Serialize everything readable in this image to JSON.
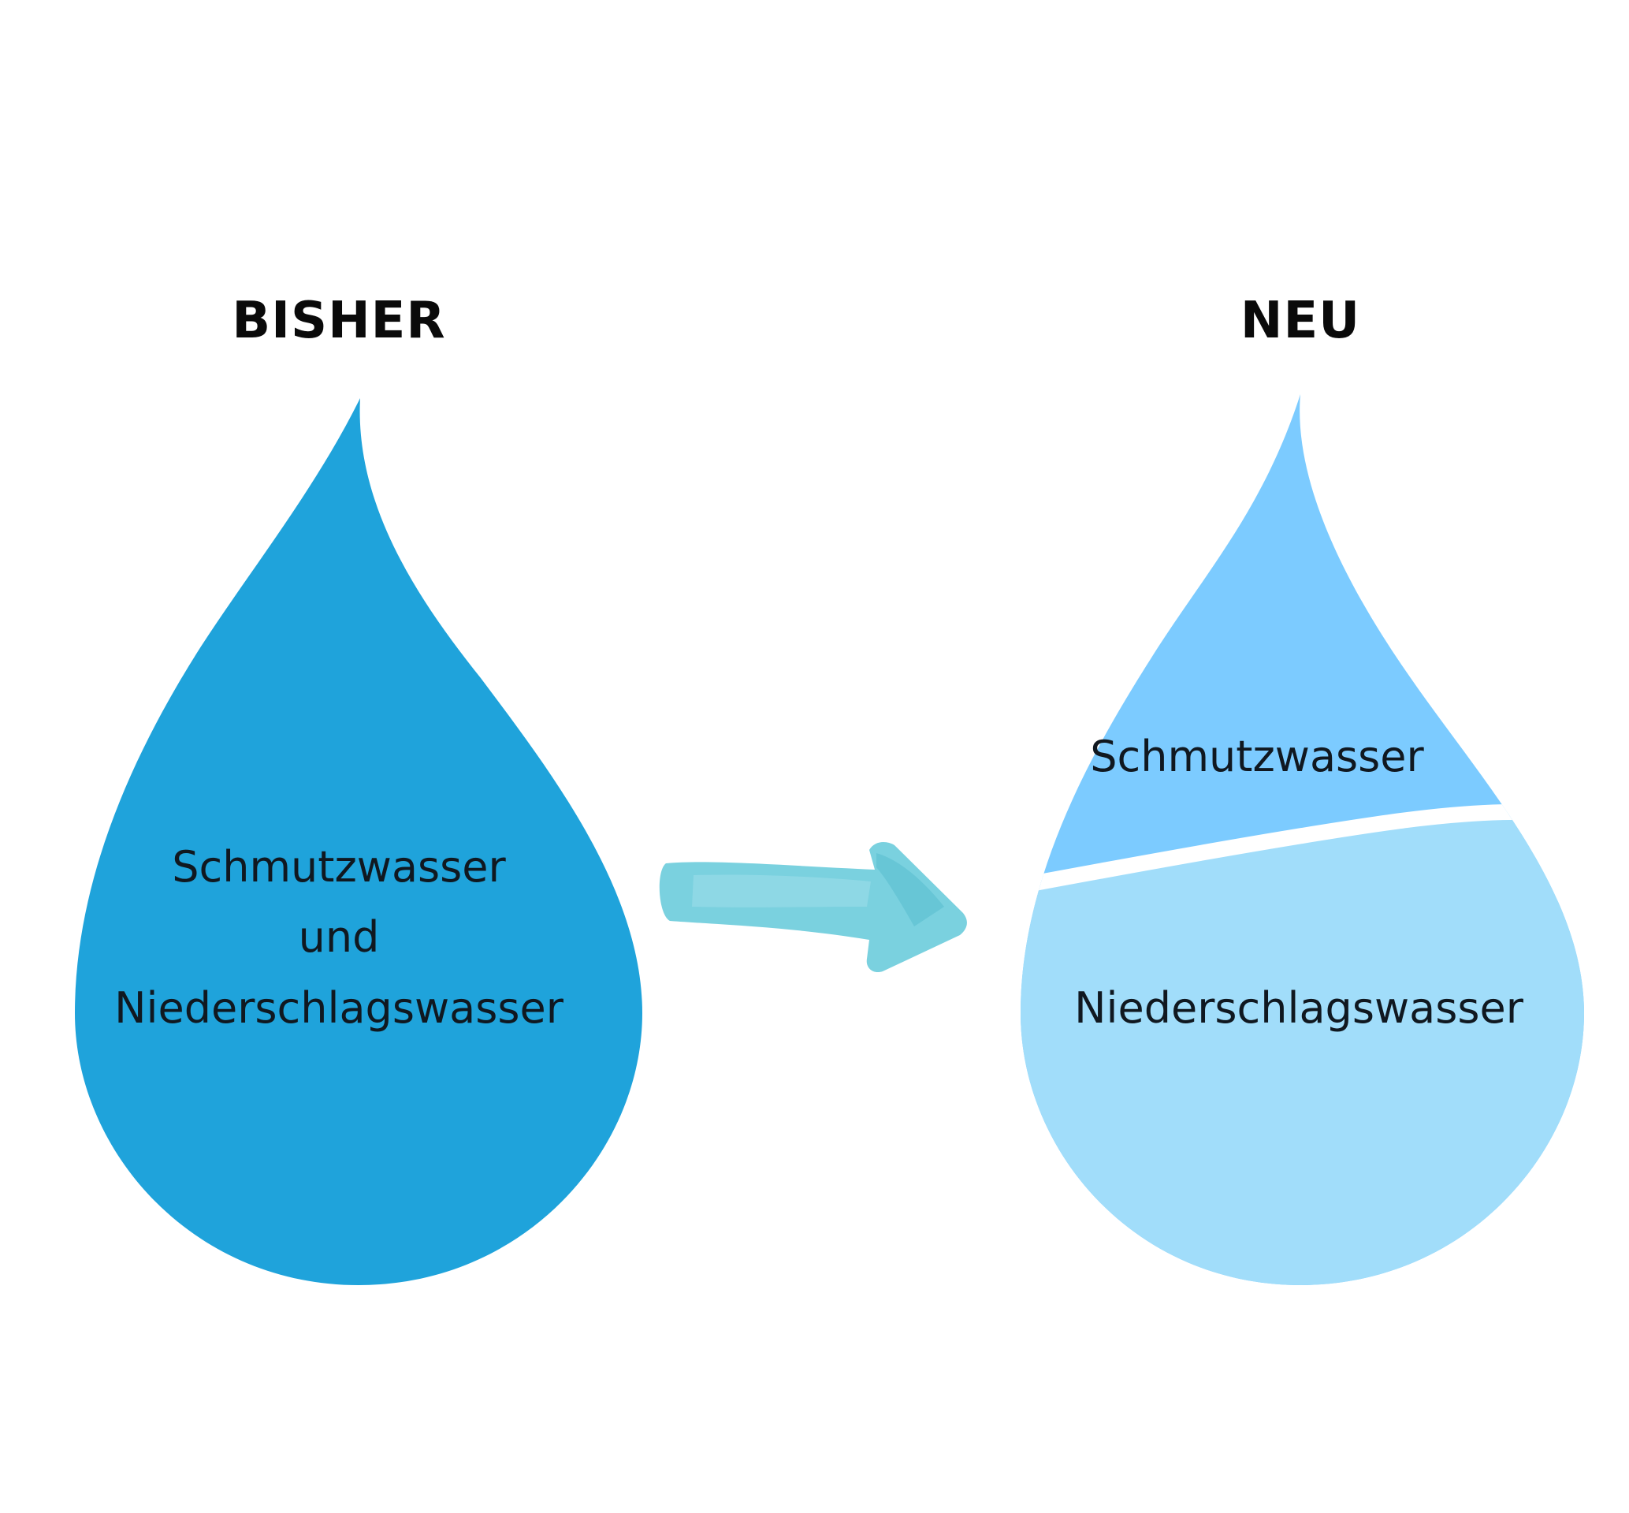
{
  "left": {
    "heading": "BISHER",
    "lines": [
      "Schmutzwasser",
      "und",
      "Niederschlagswasser"
    ],
    "color": "#1fa3db"
  },
  "right": {
    "heading": "NEU",
    "top_label": "Schmutzwasser",
    "bottom_label": "Niederschlagswasser",
    "top_color": "#7ccbff",
    "bottom_color": "#a1ddfa"
  },
  "arrow": {
    "color": "#6cccdc",
    "icon": "watercolor-arrow-right-icon"
  }
}
